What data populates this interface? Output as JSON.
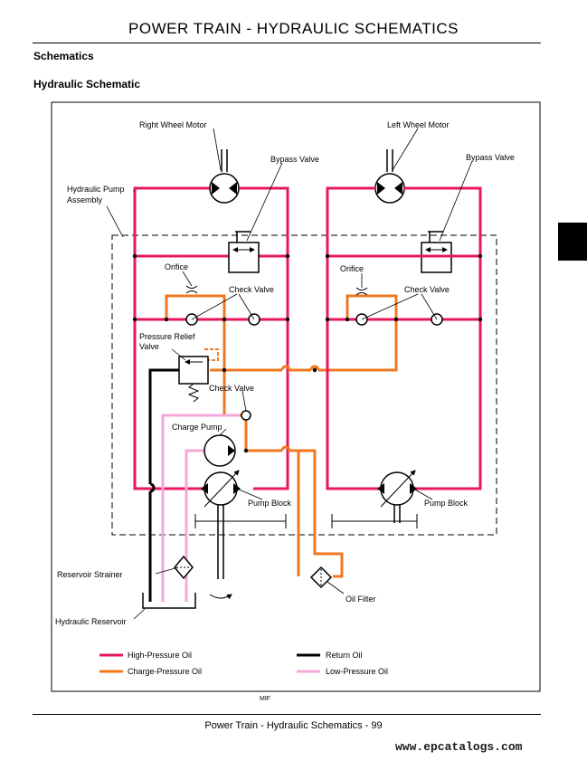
{
  "header": {
    "title": "POWER TRAIN - HYDRAULIC   SCHEMATICS"
  },
  "sections": {
    "schematics": "Schematics",
    "hydraulic_schematic": "Hydraulic Schematic"
  },
  "diagram": {
    "labels": {
      "right_wheel_motor": "Right Wheel Motor",
      "left_wheel_motor": "Left Wheel Motor",
      "bypass_valve_left": "Bypass Valve",
      "bypass_valve_right": "Bypass Valve",
      "hydraulic_pump_line1": "Hydraulic Pump",
      "hydraulic_pump_line2": "Assembly",
      "orifice_left": "Orifice",
      "orifice_right": "Orifice",
      "check_valve_left": "Check Valve",
      "check_valve_right": "Check Valve",
      "pressure_relief_line1": "Pressure Relief",
      "pressure_relief_line2": "Valve",
      "check_valve_charge": "Check Valve",
      "charge_pump": "Charge Pump",
      "pump_block_left": "Pump Block",
      "pump_block_right": "Pump Block",
      "reservoir_strainer": "Reservoir Strainer",
      "oil_filter": "Oil Filter",
      "hydraulic_reservoir": "Hydraulic Reservoir",
      "mif": "MIF"
    },
    "legend": [
      {
        "label": "High-Pressure Oil",
        "color": "#e8175d"
      },
      {
        "label": "Charge-Pressure Oil",
        "color": "#f07820"
      },
      {
        "label": "Return Oil",
        "color": "#000000"
      },
      {
        "label": "Low-Pressure Oil",
        "color": "#f5a8d8"
      }
    ]
  },
  "footer": {
    "text": "Power Train - Hydraulic   Schematics  - 99"
  },
  "watermark": {
    "text": "www.epcatalogs.com"
  },
  "colors": {
    "high_pressure": "#e8175d",
    "charge_pressure": "#f07820",
    "return": "#000000",
    "low_pressure": "#f5a8d8"
  }
}
